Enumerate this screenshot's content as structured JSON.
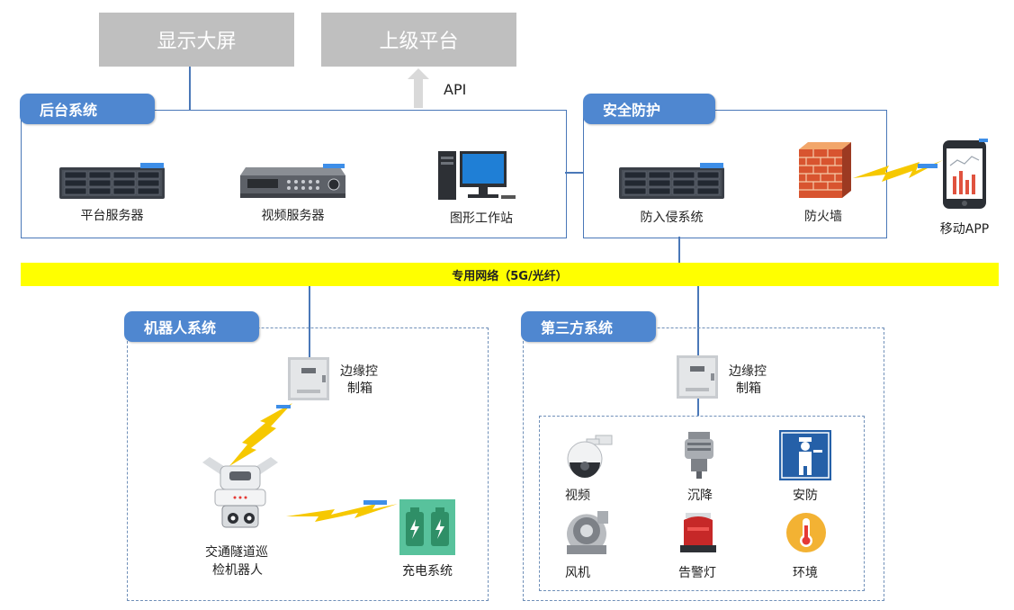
{
  "top": {
    "display_screen": "显示大屏",
    "upper_platform": "上级平台",
    "api_label": "API"
  },
  "backend": {
    "title": "后台系统",
    "platform_server": "平台服务器",
    "video_server": "视频服务器",
    "graphics_workstation": "图形工作站"
  },
  "security": {
    "title": "安全防护",
    "intrusion_system": "防入侵系统",
    "firewall": "防火墙"
  },
  "mobile": {
    "label": "移动APP"
  },
  "network": {
    "label": "专用网络（5G/光纤）"
  },
  "robot_system": {
    "title": "机器人系统",
    "edge_box_line1": "边缘控",
    "edge_box_line2": "制箱",
    "robot_line1": "交通隧道巡",
    "robot_line2": "检机器人",
    "charging": "充电系统"
  },
  "third_party": {
    "title": "第三方系统",
    "edge_box_line1": "边缘控",
    "edge_box_line2": "制箱",
    "devices": [
      "视频",
      "沉降",
      "安防",
      "风机",
      "告警灯",
      "环境"
    ]
  },
  "colors": {
    "frame": "#4a78b8",
    "tag": "#4f87d0",
    "network_bar": "#ffff00",
    "top_box": "#bfbfbf"
  }
}
